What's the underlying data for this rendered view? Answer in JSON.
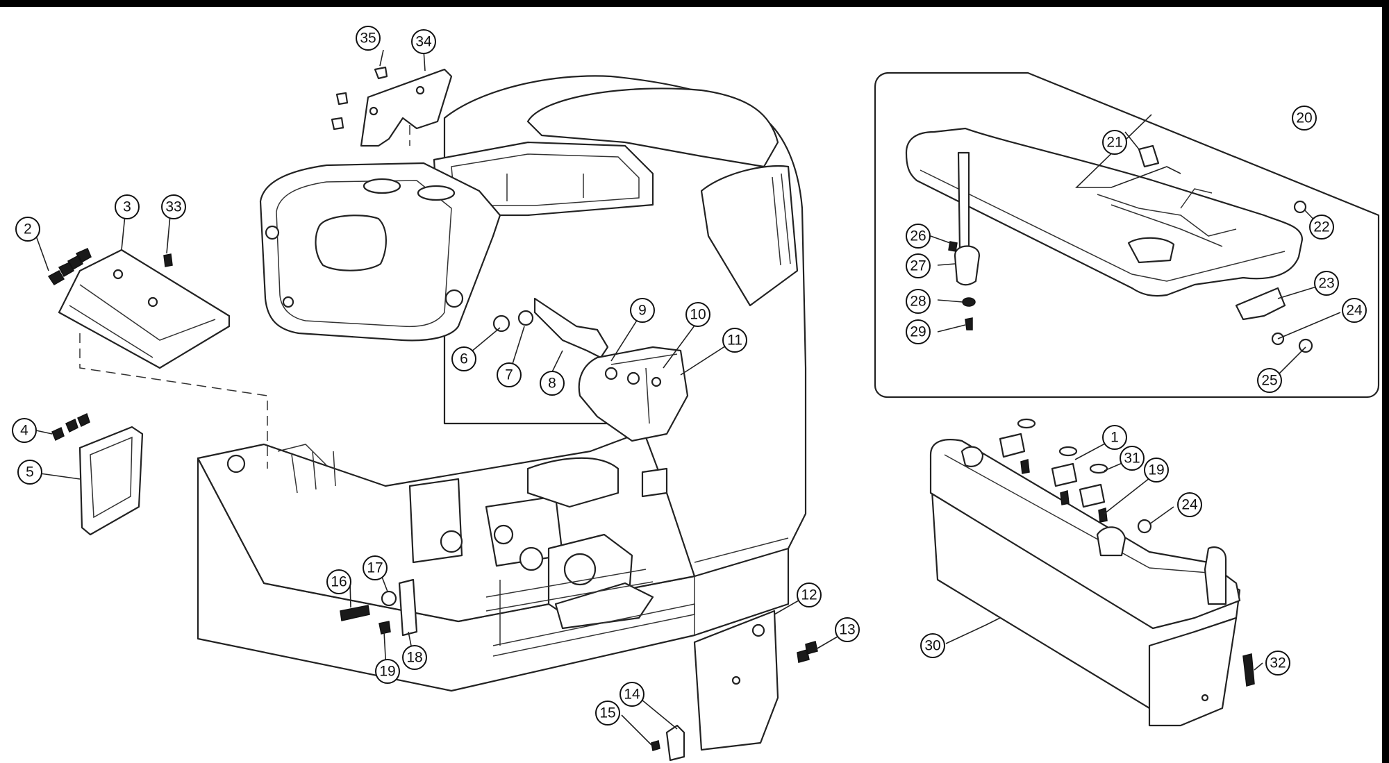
{
  "callouts": [
    {
      "num": "1"
    },
    {
      "num": "2"
    },
    {
      "num": "3"
    },
    {
      "num": "4"
    },
    {
      "num": "5"
    },
    {
      "num": "6"
    },
    {
      "num": "7"
    },
    {
      "num": "8"
    },
    {
      "num": "9"
    },
    {
      "num": "10"
    },
    {
      "num": "11"
    },
    {
      "num": "12"
    },
    {
      "num": "13"
    },
    {
      "num": "14"
    },
    {
      "num": "15"
    },
    {
      "num": "16"
    },
    {
      "num": "17"
    },
    {
      "num": "18"
    },
    {
      "num": "19"
    },
    {
      "num": "19"
    },
    {
      "num": "20"
    },
    {
      "num": "21"
    },
    {
      "num": "22"
    },
    {
      "num": "23"
    },
    {
      "num": "24"
    },
    {
      "num": "24"
    },
    {
      "num": "25"
    },
    {
      "num": "26"
    },
    {
      "num": "27"
    },
    {
      "num": "28"
    },
    {
      "num": "29"
    },
    {
      "num": "30"
    },
    {
      "num": "31"
    },
    {
      "num": "32"
    },
    {
      "num": "33"
    },
    {
      "num": "34"
    },
    {
      "num": "35"
    }
  ]
}
